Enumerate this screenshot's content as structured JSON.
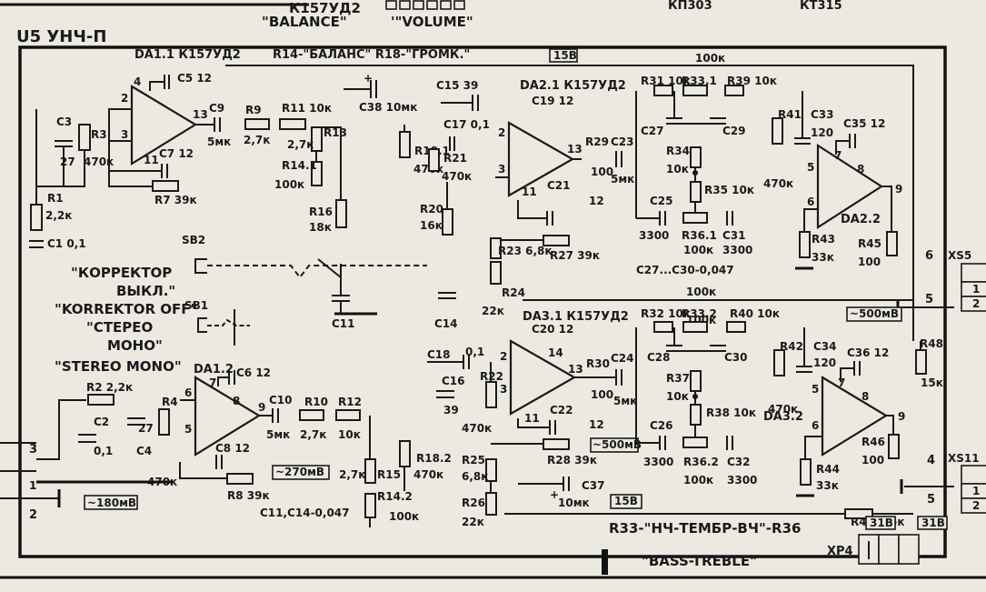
{
  "header": {
    "block_title": "U5 УНЧ-П",
    "top_fragments": [
      "К157УД2",
      "\"BALANCE\"",
      "'\"VOLUME\"",
      "КП303",
      "КТ315"
    ]
  },
  "notes": {
    "r14_r18": "R14-\"БАЛАНС\" R18-\"ГРОМК.\"",
    "bass_treble_ru": "R33-\"НЧ-ТЕМБР-ВЧ\"-R36",
    "bass_treble_en": "\"BASS-TREBLE\"",
    "c11_c14": "C11,C14-0,047",
    "c27_c30": "C27...C30-0,047"
  },
  "switches": {
    "sb2_label": "SB2",
    "sb1_label": "SB1",
    "sb2_ru_line1": "\"КОРРЕКТОР",
    "sb2_ru_line2": "ВЫКЛ.\"",
    "sb2_en": "\"KORREKTOR OFF\"",
    "sb1_ru_line1": "\"СТЕРЕО",
    "sb1_ru_line2": "МОНО\"",
    "sb1_en": "\"STEREO MONO\""
  },
  "voltages": {
    "v15_top": "15В",
    "v15_mid": "15В",
    "v180": "~180мВ",
    "v270": "~270мВ",
    "v500_a": "~500мВ",
    "v500_b": "~500мВ",
    "v31a": "31В",
    "v31b": "31В"
  },
  "opamps": {
    "da11": "DA1.1 К157УД2",
    "da12": "DA1.2",
    "da21": "DA2.1 К157УД2",
    "da22": "DA2.2",
    "da31": "DA3.1 К157УД2",
    "da32": "DA3.2"
  },
  "components": {
    "c5": "C5 12",
    "c3": "C3",
    "c3v": "27",
    "r3": "R3",
    "r3v": "470к",
    "c7": "C7 12",
    "r7": "R7 39к",
    "c9": "C9",
    "c9v": "5мк",
    "r9": "R9",
    "r9v": "2,7к",
    "r11": "R11 10к",
    "r13": "R13",
    "r13v": "2,7к",
    "r141": "R14.1",
    "r141v": "100к",
    "r16": "R16",
    "r16v": "18к",
    "c38": "C38 10мк",
    "c15": "C15 39",
    "c17": "C17 0,1",
    "r181": "R18.1",
    "r181v": "470к",
    "r21": "R21",
    "r21v": "470к",
    "r20": "R20",
    "r20v": "16к",
    "r1": "R1",
    "r1v": "2,2к",
    "c1": "C1 0,1",
    "c19": "C19 12",
    "r29": "R29",
    "r29v": "100",
    "c23": "C23",
    "c23v": "5мк",
    "c21": "C21",
    "r27": "R27 39к",
    "r23": "R23 6,8к",
    "r24": "R24",
    "r24v": "22к",
    "r31": "R31 10к",
    "r331": "R33.1",
    "r39": "R39 10к",
    "c27": "C27",
    "c29": "C29",
    "r34": "R34",
    "r34v": "10к",
    "r35": "R35 10к",
    "c25": "C25",
    "c25v": "3300",
    "r361": "R36.1",
    "r361v": "100к",
    "c31": "C31",
    "c31v": "3300",
    "r41": "R41",
    "r41v": "470к",
    "c33": "C33",
    "c33v": "120",
    "c35": "C35 12",
    "r43": "R43",
    "r43v": "33к",
    "r45": "R45",
    "r45v": "100",
    "c2": "C2",
    "c2v": "0,1",
    "r2": "R2 2,2к",
    "c4": "C4",
    "c4v": "27",
    "r4": "R4",
    "r4v": "470к",
    "c6": "C6 12",
    "c8": "C8 12",
    "r8": "R8 39к",
    "c10": "C10",
    "c10v": "5мк",
    "r10": "R10",
    "r10v": "2,7к",
    "r12": "R12",
    "r12v": "10к",
    "r15": "R15",
    "r15v": "2,7к",
    "r142": "R14.2",
    "r142v": "100к",
    "r182": "R18.2",
    "r182v": "470к",
    "c11": "C11",
    "c14": "C14",
    "c18": "C18",
    "c18v": "0,1",
    "c16": "C16",
    "c16v": "39",
    "r22": "R22",
    "r22v": "470к",
    "c20": "C20 12",
    "r30": "R30",
    "r30v": "100",
    "c24": "C24",
    "c24v": "5мк",
    "c22": "C22",
    "r28": "R28 39к",
    "r25": "R25",
    "r25v": "6,8к",
    "r26": "R26",
    "r26v": "22к",
    "c37": "C37",
    "c37v": "10мк",
    "r32": "R32 10к",
    "r332": "R33.2",
    "r40": "R40 10к",
    "c28": "C28",
    "c30": "C30",
    "r37": "R37",
    "r37v": "10к",
    "r38": "R38 10к",
    "c26": "C26",
    "c26v": "3300",
    "r362": "R36.2",
    "r362v": "100к",
    "c32": "C32",
    "c32v": "3300",
    "r42": "R42",
    "r42v": "470к",
    "c34": "C34",
    "c34v": "120",
    "c36": "C36 12",
    "r44": "R44",
    "r44v": "33к",
    "r46": "R46",
    "r46v": "100",
    "r48": "R48",
    "r48v": "15к",
    "r47": "R47 1,5к",
    "v100_a": "100к",
    "v100_b": "100к",
    "v100_c": "100к"
  },
  "pins": {
    "p4": "4",
    "p2": "2",
    "p3": "3",
    "p13": "13",
    "p11": "11",
    "p12": "12",
    "p5": "5",
    "p6": "6",
    "p7": "7",
    "p8": "8",
    "p9": "9",
    "p14": "14"
  },
  "connectors": {
    "xs5": "XS5",
    "xs11": "XS11",
    "xp4": "XP4",
    "in3": "3",
    "in1": "1",
    "in2": "2",
    "o6": "6",
    "o5a": "5",
    "o4": "4",
    "o5b": "5",
    "xs5_1": "1",
    "xs5_2": "2",
    "xs11_1": "1",
    "xs11_2": "2"
  },
  "colors": {
    "paper": "#ece9e1",
    "ink": "#1a1a1a"
  }
}
